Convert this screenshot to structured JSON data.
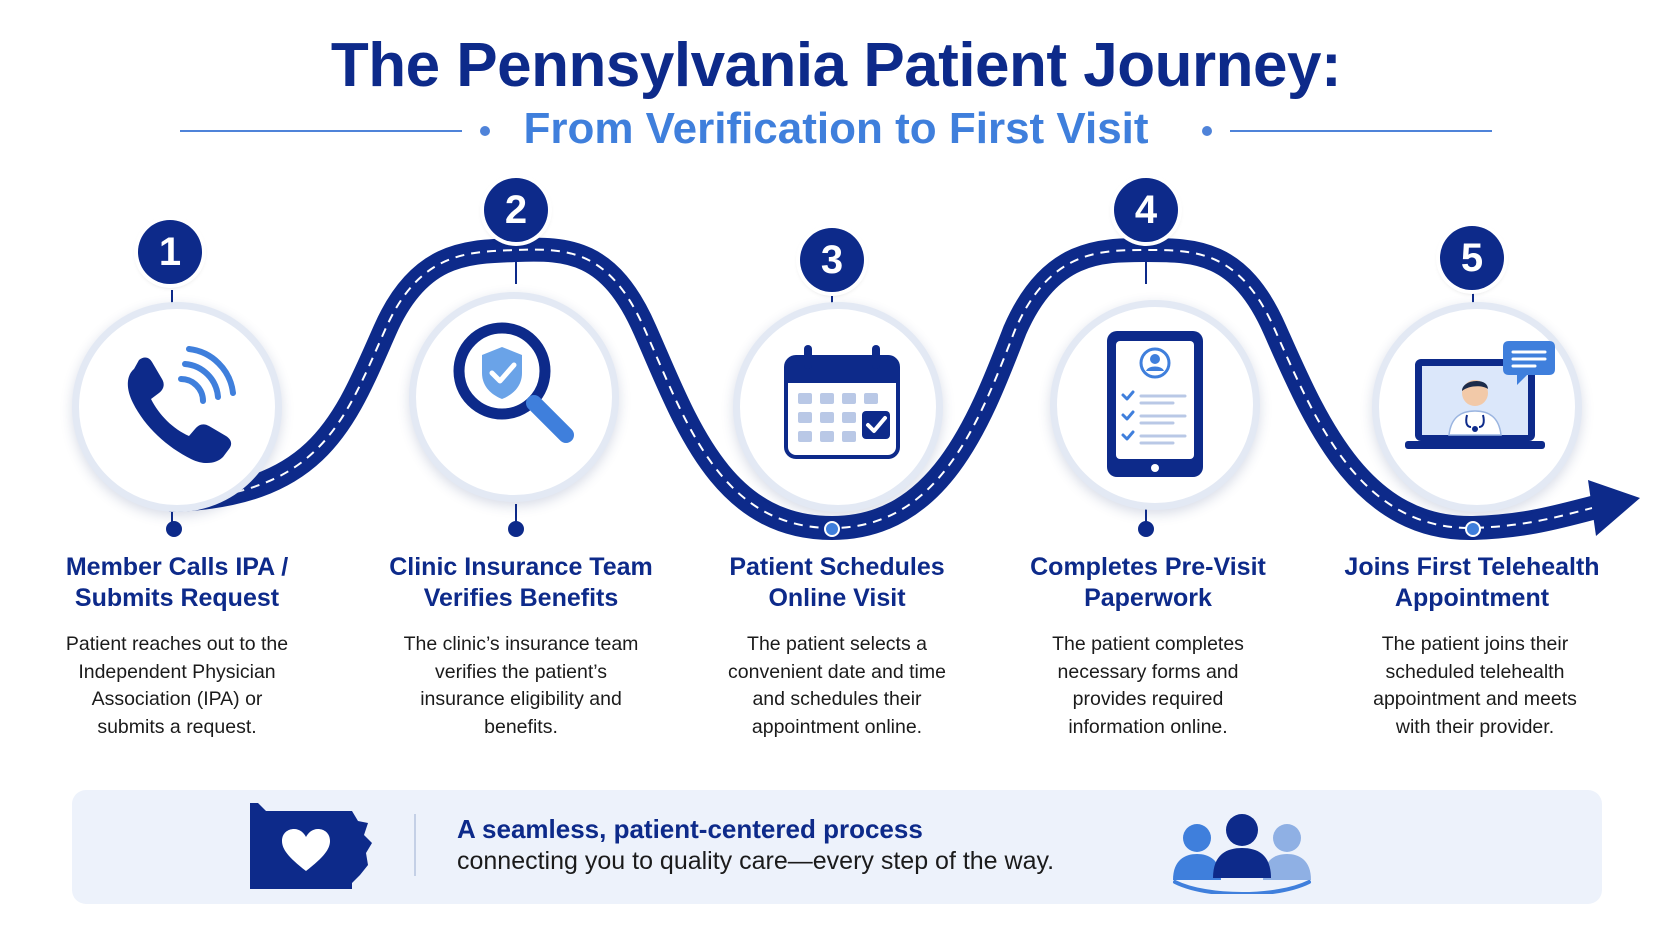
{
  "header": {
    "title": "The Pennsylvania Patient Journey:",
    "subtitle": "From Verification to First Visit"
  },
  "colors": {
    "navy": "#0d2a8a",
    "accent_blue": "#3f7fdc",
    "banner_bg": "#edf2fb"
  },
  "steps": [
    {
      "number": "1",
      "icon": "phone-icon",
      "title_lines": [
        "Member Calls IPA /",
        "Submits Request"
      ],
      "description_lines": [
        "Patient reaches out to the",
        "Independent Physician",
        "Association (IPA) or",
        "submits a request."
      ]
    },
    {
      "number": "2",
      "icon": "magnifier-shield-icon",
      "title_lines": [
        "Clinic Insurance Team",
        "Verifies Benefits"
      ],
      "description_lines": [
        "The clinic’s insurance team",
        "verifies the patient’s",
        "insurance eligibility and",
        "benefits."
      ]
    },
    {
      "number": "3",
      "icon": "calendar-check-icon",
      "title_lines": [
        "Patient Schedules",
        "Online Visit"
      ],
      "description_lines": [
        "The patient selects a",
        "convenient date and time",
        "and schedules their",
        "appointment online."
      ]
    },
    {
      "number": "4",
      "icon": "tablet-form-icon",
      "title_lines": [
        "Completes Pre-Visit",
        "Paperwork"
      ],
      "description_lines": [
        "The patient completes",
        "necessary forms and",
        "provides required",
        "information online."
      ]
    },
    {
      "number": "5",
      "icon": "laptop-doctor-icon",
      "title_lines": [
        "Joins First Telehealth",
        "Appointment"
      ],
      "description_lines": [
        "The patient joins their",
        "scheduled telehealth",
        "appointment and meets",
        "with their provider."
      ]
    }
  ],
  "banner": {
    "line1": "A seamless, patient-centered process",
    "line2": "connecting you to quality care—every step of the way.",
    "left_icon": "pennsylvania-heart-icon",
    "right_icon": "people-group-icon"
  }
}
